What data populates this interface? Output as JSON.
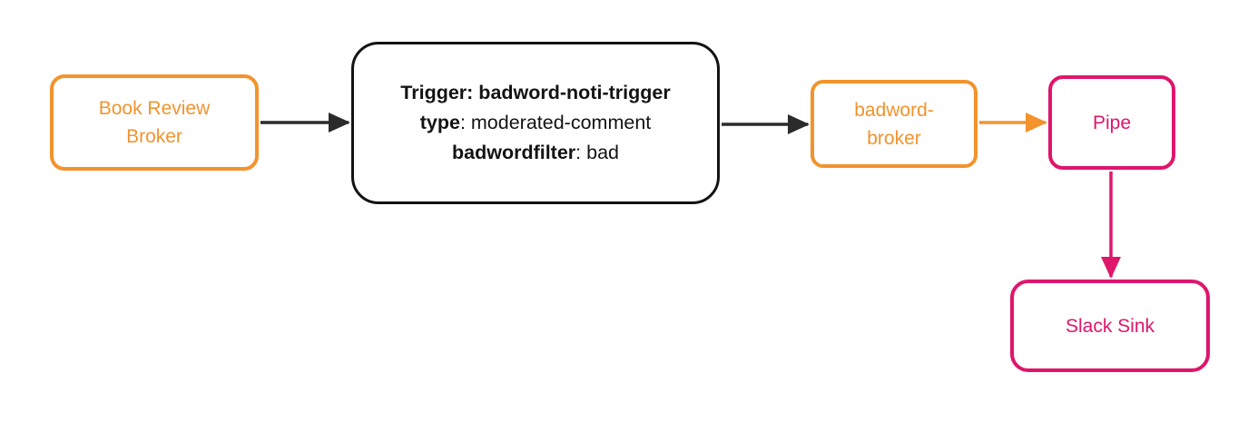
{
  "diagram": {
    "nodes": {
      "book_review_broker": {
        "label": "Book Review\nBroker",
        "type": "broker",
        "border_color": "#F2932C"
      },
      "trigger": {
        "line1": "Trigger: badword-noti-trigger",
        "line2_key": "type",
        "line2_value": ": moderated-comment",
        "line3_key": "badwordfilter",
        "line3_value": ": bad",
        "type": "trigger",
        "border_color": "#131313"
      },
      "badword_broker": {
        "label": "badword-\nbroker",
        "type": "broker",
        "border_color": "#F2932C"
      },
      "pipe": {
        "label": "Pipe",
        "type": "pipe",
        "border_color": "#DE166C"
      },
      "slack_sink": {
        "label": "Slack Sink",
        "type": "sink",
        "border_color": "#DE166C"
      }
    },
    "edges": [
      {
        "from": "book_review_broker",
        "to": "trigger",
        "color": "#2B2B2B"
      },
      {
        "from": "trigger",
        "to": "badword_broker",
        "color": "#2B2B2B"
      },
      {
        "from": "badword_broker",
        "to": "pipe",
        "color": "#F2932C"
      },
      {
        "from": "pipe",
        "to": "slack_sink",
        "color": "#DE166C"
      }
    ],
    "colors": {
      "orange": "#F2932C",
      "pink": "#DE166C",
      "ink": "#131313",
      "arrow_dark": "#2B2B2B",
      "background": "#FFFFFF"
    }
  }
}
